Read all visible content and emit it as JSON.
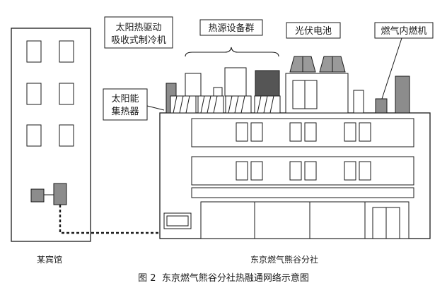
{
  "labels": {
    "solar_absorption_chiller_line1": "太阳热驱动",
    "solar_absorption_chiller_line2": "吸收式制冷机",
    "heat_source_group": "热源设备群",
    "photovoltaic": "光伏电池",
    "gas_engine": "燃气内燃机",
    "solar_collector_line1": "太阳能",
    "solar_collector_line2": "集热器",
    "hotel": "某宾馆",
    "main_building": "东京燃气熊谷分社"
  },
  "caption": "图 2  东京燃气熊谷分社热融通网络示意图",
  "colors": {
    "line": "#1a1a1a",
    "gray_box": "#8c8c8c",
    "dark_box": "#555555",
    "panel": "#9a9a9a"
  }
}
